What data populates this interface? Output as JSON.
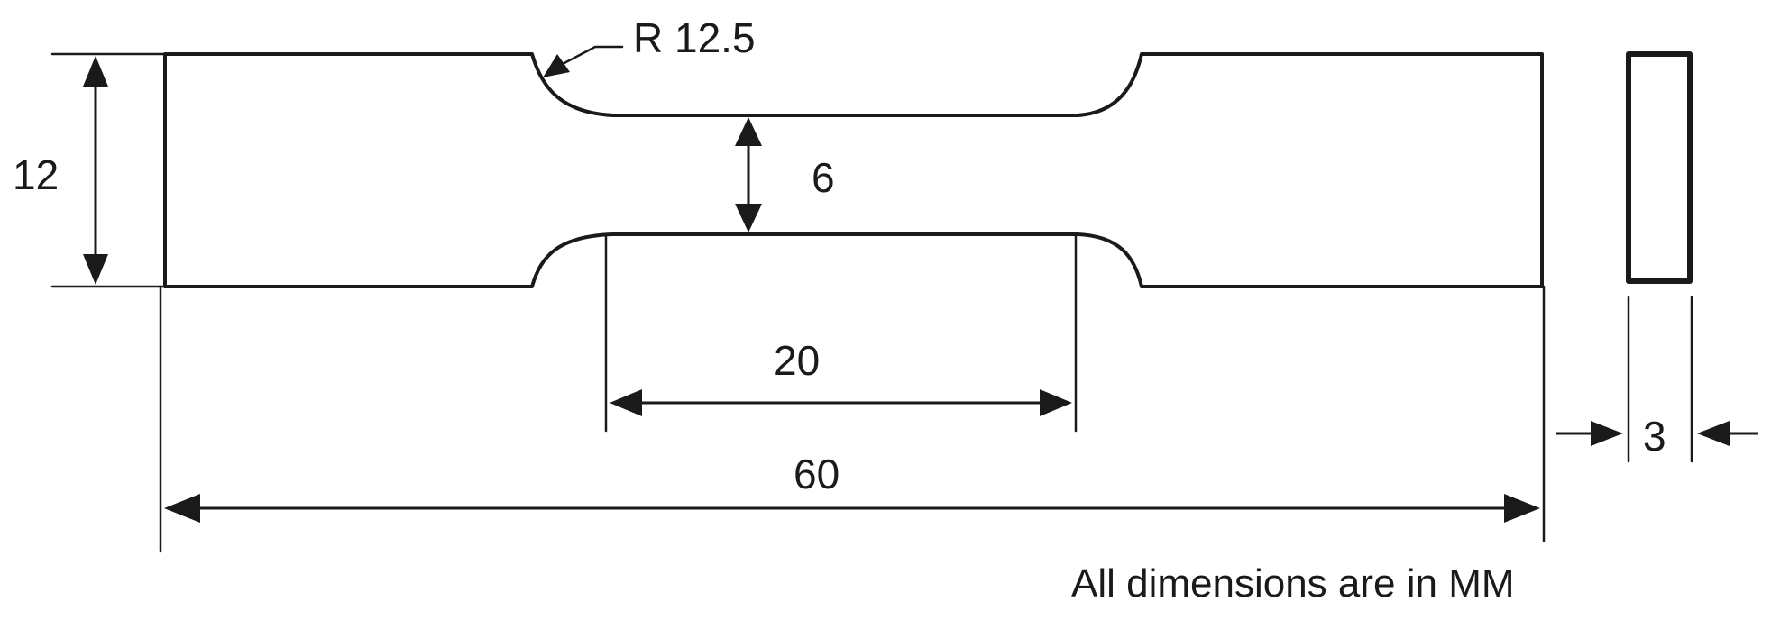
{
  "dimensions": {
    "radius_label": "R 12.5",
    "overall_width_label": "12",
    "gauge_width_label": "6",
    "gauge_length_label": "20",
    "overall_length_label": "60",
    "thickness_label": "3"
  },
  "note": "All dimensions are in MM",
  "colors": {
    "line": "#1a1a1a",
    "background": "#ffffff"
  }
}
